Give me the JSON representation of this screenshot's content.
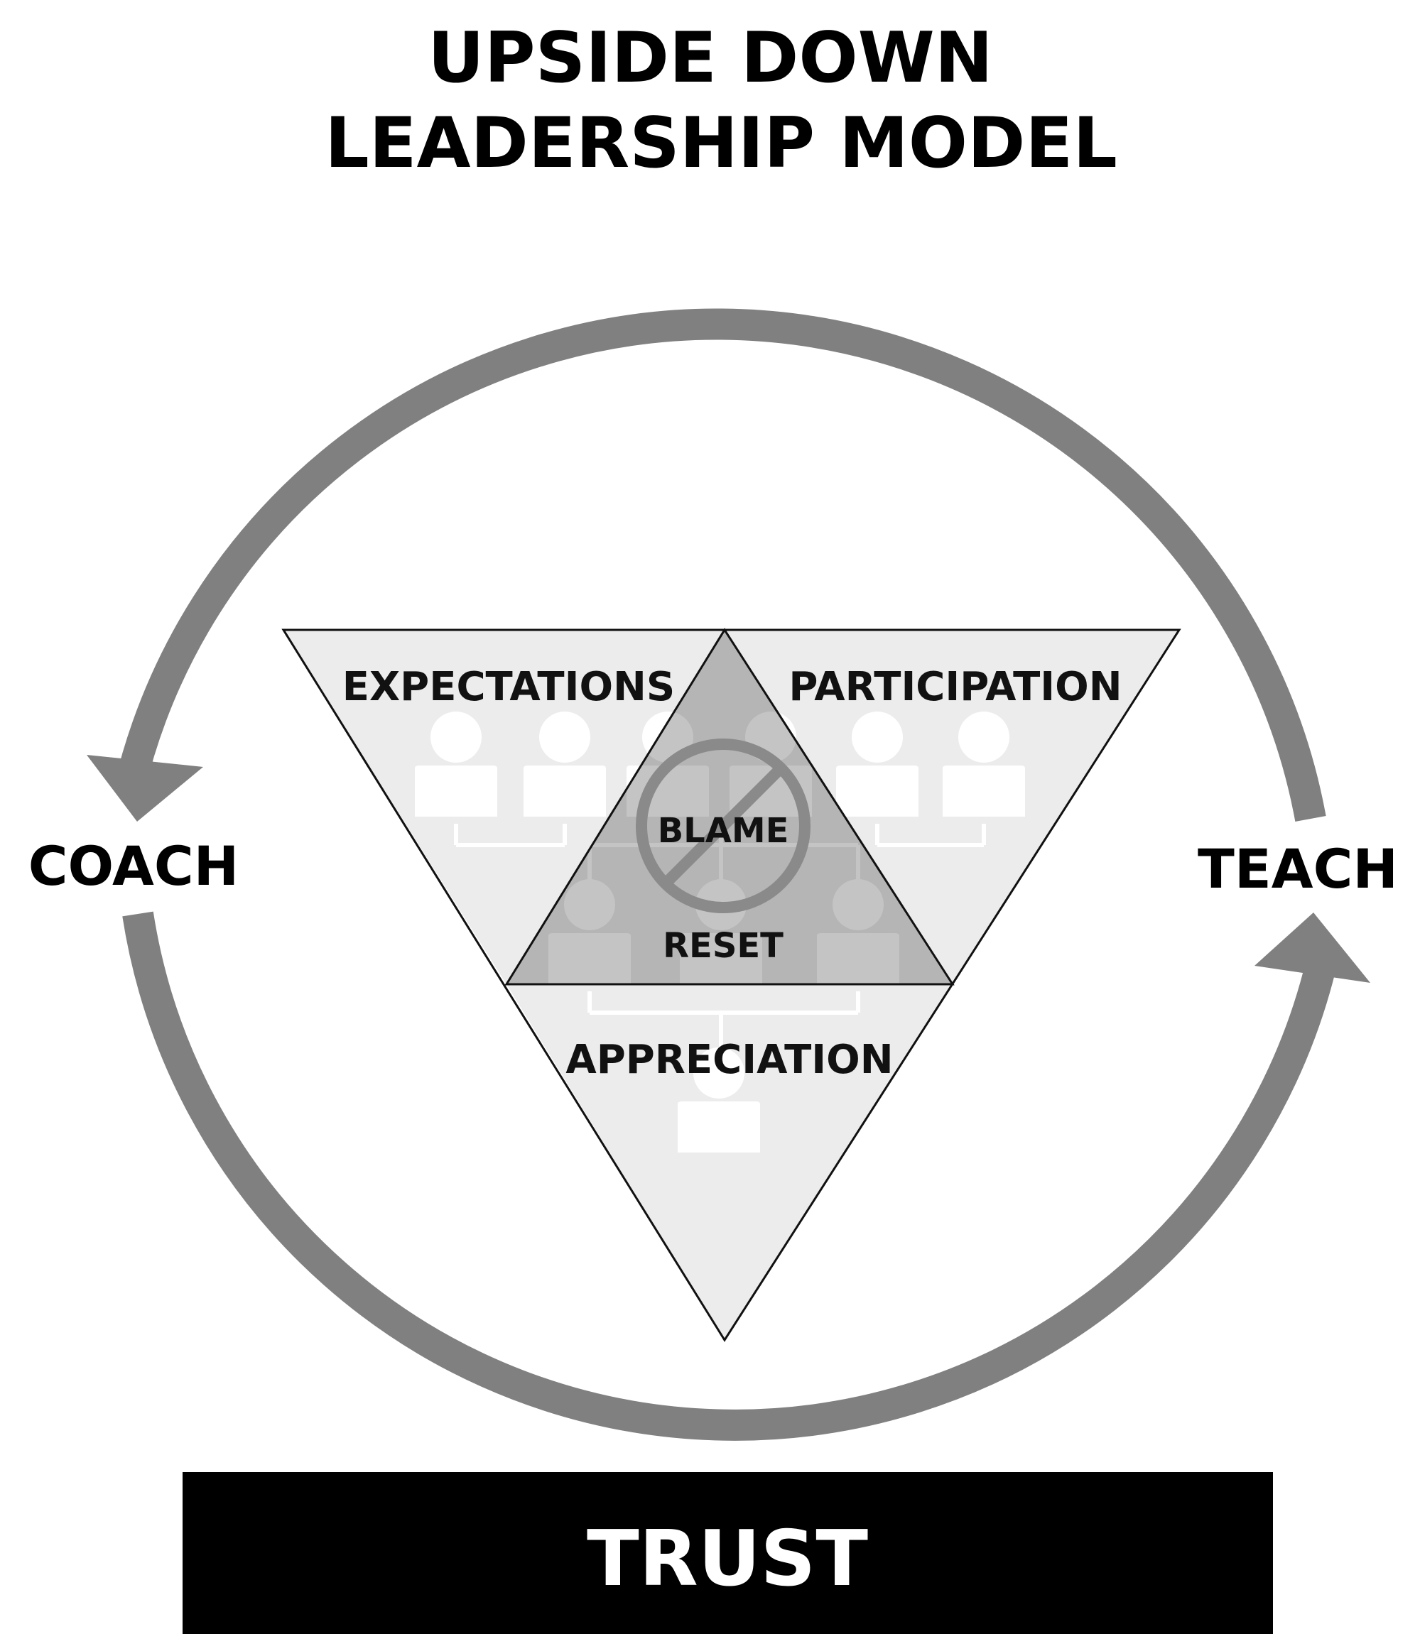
{
  "title": {
    "line1": "UPSIDE DOWN",
    "line2": "LEADERSHIP MODEL"
  },
  "cycle": {
    "left_label": "COACH",
    "right_label": "TEACH"
  },
  "triangle": {
    "top_left_label": "EXPECTATIONS",
    "top_right_label": "PARTICIPATION",
    "bottom_label": "APPRECIATION",
    "center_top_label": "BLAME",
    "center_bottom_label": "RESET",
    "center_icon": "no-symbol-icon"
  },
  "foundation": {
    "label": "TRUST"
  },
  "colors": {
    "arrow": "#808080",
    "outer_section_fill": "#ececec",
    "inner_section_fill": "#b5b5b5",
    "foundation_fill": "#000000",
    "people_icon_fill": "#ffffff"
  }
}
